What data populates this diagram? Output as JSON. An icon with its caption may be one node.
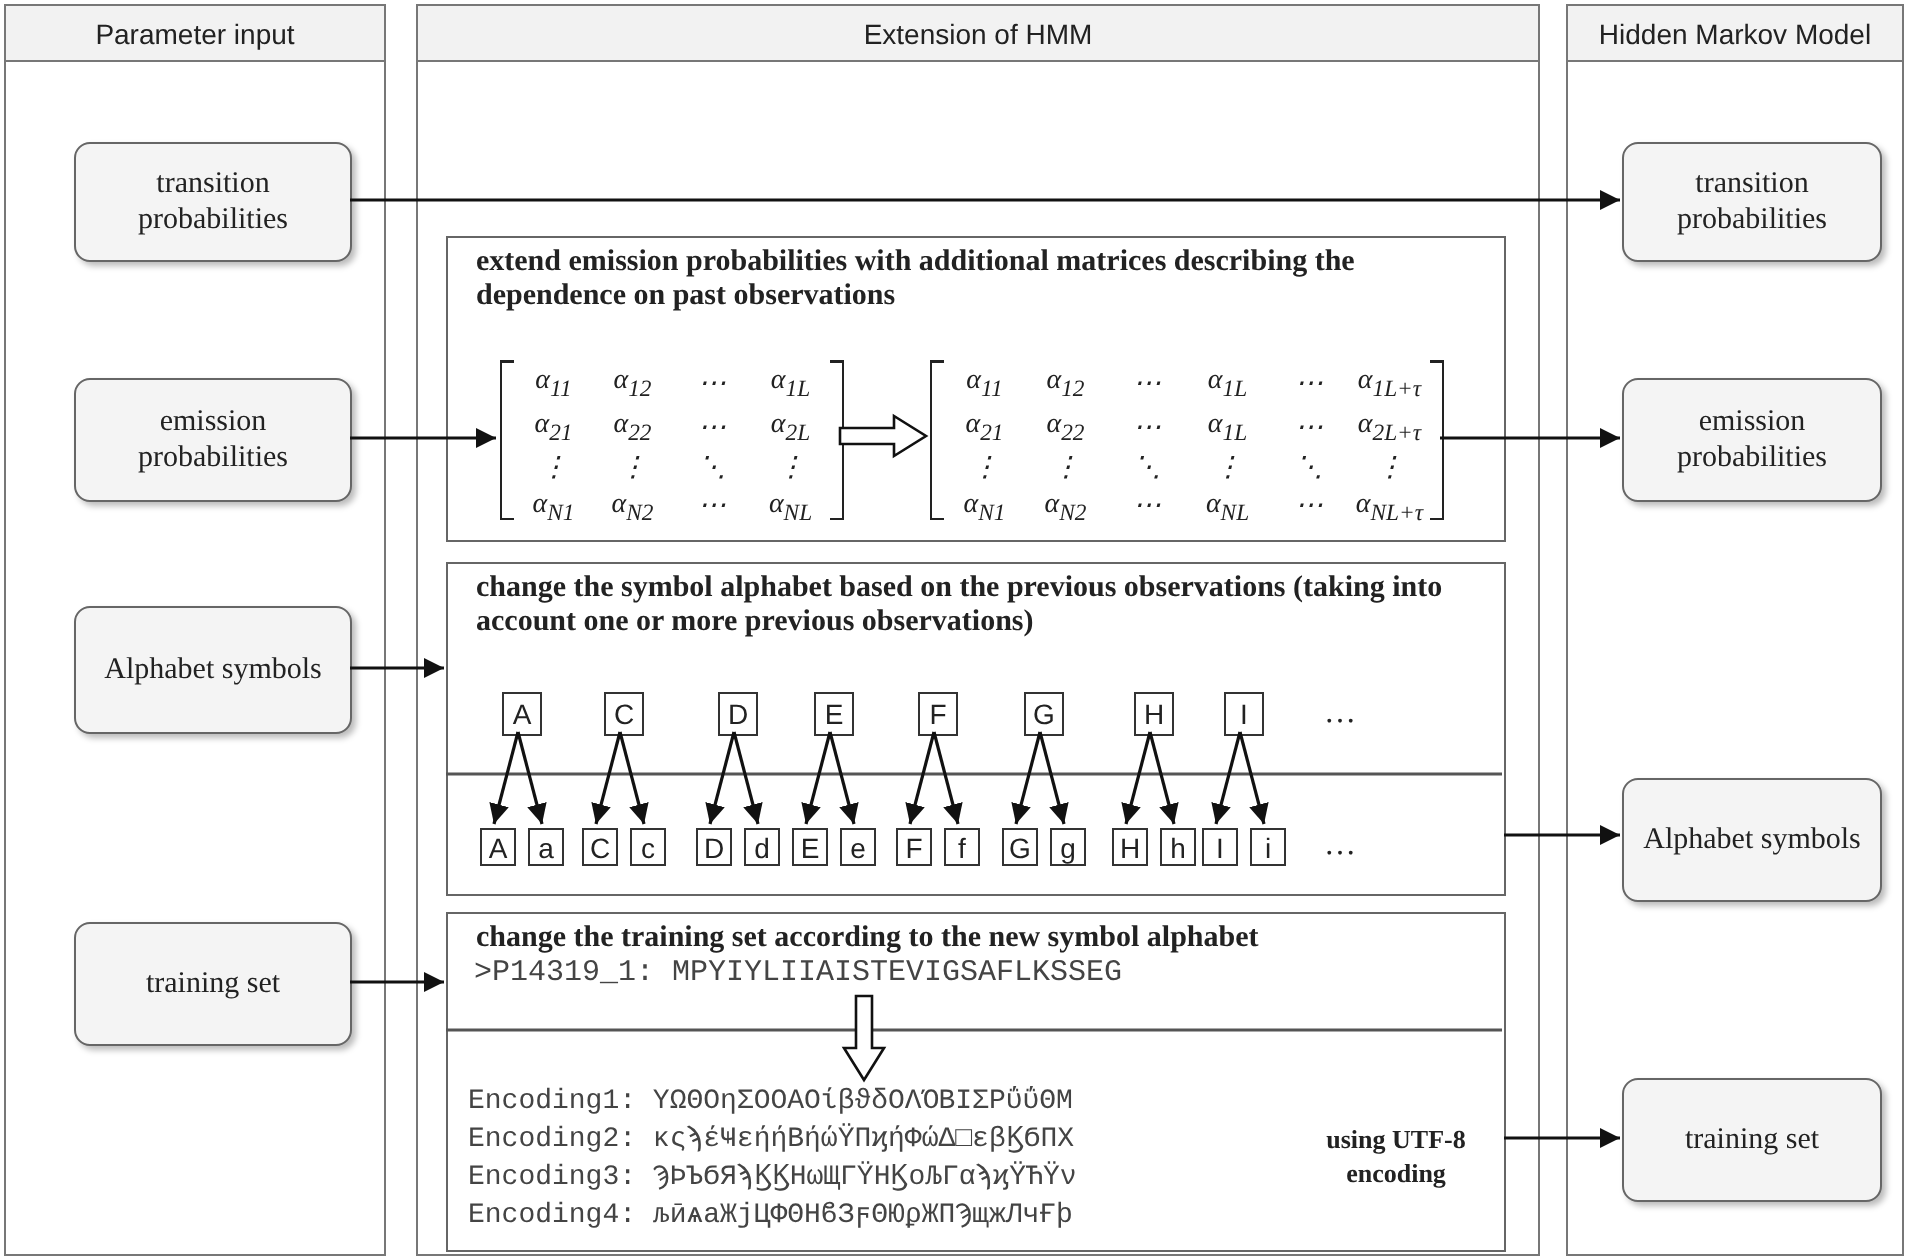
{
  "diagram": {
    "nodes": [
      {
        "text": [
          "Parameter input"
        ]
      },
      {
        "text": [
          "transition probabilities"
        ],
        "in": 0
      },
      {
        "text": [
          "emission probabilities"
        ],
        "in": 0
      },
      {
        "text": [
          "Alphabet symbols"
        ],
        "in": 0
      },
      {
        "text": [
          "training set"
        ],
        "in": 0
      },
      {
        "text": [
          "Extension of HMM"
        ]
      },
      {
        "text": [
          "extend emission probabilities with additional matrices describing the dependence on past observations"
        ],
        "in": 5
      },
      {
        "text": [],
        "shape": "matrix",
        "in": 6
      },
      {
        "text": [],
        "shape": "matrix",
        "in": 6
      },
      {
        "text": [
          "change the symbol alphabet based on the previous observations (taking into account one or more previous observations)"
        ],
        "in": 5
      },
      {
        "text": [
          "A"
        ],
        "in": 9
      },
      {
        "text": [
          "C"
        ],
        "in": 9
      },
      {
        "text": [
          "D"
        ],
        "in": 9
      },
      {
        "text": [
          "E"
        ],
        "in": 9
      },
      {
        "text": [
          "F"
        ],
        "in": 9
      },
      {
        "text": [
          "G"
        ],
        "in": 9
      },
      {
        "text": [
          "H"
        ],
        "in": 9
      },
      {
        "text": [
          "I"
        ],
        "in": 9
      },
      {
        "text": [
          "A"
        ],
        "in": 9
      },
      {
        "text": [
          "a"
        ],
        "in": 9
      },
      {
        "text": [
          "C"
        ],
        "in": 9
      },
      {
        "text": [
          "c"
        ],
        "in": 9
      },
      {
        "text": [
          "D"
        ],
        "in": 9
      },
      {
        "text": [
          "d"
        ],
        "in": 9
      },
      {
        "text": [
          "E"
        ],
        "in": 9
      },
      {
        "text": [
          "e"
        ],
        "in": 9
      },
      {
        "text": [
          "F"
        ],
        "in": 9
      },
      {
        "text": [
          "f"
        ],
        "in": 9
      },
      {
        "text": [
          "G"
        ],
        "in": 9
      },
      {
        "text": [
          "g"
        ],
        "in": 9
      },
      {
        "text": [
          "H"
        ],
        "in": 9
      },
      {
        "text": [
          "h"
        ],
        "in": 9
      },
      {
        "text": [
          "I"
        ],
        "in": 9
      },
      {
        "text": [
          "i"
        ],
        "in": 9
      },
      {
        "text": [
          "change the training set according to the new symbol alphabet"
        ],
        "in": 5
      },
      {
        "text": [
          ">P14319_1: MPYIYLIIAISTEVIGSAFLKSSEG"
        ],
        "in": 34
      },
      {
        "text": [
          "Encoding1: ΥΩΘΟηΣΟΟΑΟίβϑδΟΛΌΒΙΣΡΰΰΘΜ",
          "Encoding2: κςϡέҸεήήΒήώΫΠϗήΦώΔ□εβϏϬΠΧ",
          "Encoding3: ϠϷЪϬЯϡϏϏНωЩГΫНϏοЉΓαϡϗΫЋΫν",
          "Encoding4: љӣѧаЖјЦΦΘНϐЗϝΘЮϼЖΠϠщжЛчҒϸ"
        ],
        "in": 34
      },
      {
        "text": [
          "Hidden Markov Model"
        ]
      },
      {
        "text": [
          "transition probabilities"
        ],
        "in": 37
      },
      {
        "text": [
          "emission probabilities"
        ],
        "in": 37
      },
      {
        "text": [
          "Alphabet symbols"
        ],
        "in": 37
      },
      {
        "text": [
          "training set"
        ],
        "in": 37
      }
    ],
    "edges": [
      {
        "from": 1,
        "to": 38,
        "arrow": "to"
      },
      {
        "from": 2,
        "to": 7,
        "arrow": "to"
      },
      {
        "from": 7,
        "to": 8,
        "arrow": "to",
        "style": "thick"
      },
      {
        "from": 8,
        "to": 39,
        "arrow": "to"
      },
      {
        "from": 3,
        "to": 9,
        "arrow": "to"
      },
      {
        "from": 10,
        "to": 18,
        "arrow": "to"
      },
      {
        "from": 10,
        "to": 19,
        "arrow": "to"
      },
      {
        "from": 11,
        "to": 20,
        "arrow": "to"
      },
      {
        "from": 11,
        "to": 21,
        "arrow": "to"
      },
      {
        "from": 12,
        "to": 22,
        "arrow": "to"
      },
      {
        "from": 12,
        "to": 23,
        "arrow": "to"
      },
      {
        "from": 13,
        "to": 24,
        "arrow": "to"
      },
      {
        "from": 13,
        "to": 25,
        "arrow": "to"
      },
      {
        "from": 14,
        "to": 26,
        "arrow": "to"
      },
      {
        "from": 14,
        "to": 27,
        "arrow": "to"
      },
      {
        "from": 15,
        "to": 28,
        "arrow": "to"
      },
      {
        "from": 15,
        "to": 29,
        "arrow": "to"
      },
      {
        "from": 16,
        "to": 30,
        "arrow": "to"
      },
      {
        "from": 16,
        "to": 31,
        "arrow": "to"
      },
      {
        "from": 17,
        "to": 32,
        "arrow": "to"
      },
      {
        "from": 17,
        "to": 33,
        "arrow": "to"
      },
      {
        "from": 9,
        "to": 40,
        "arrow": "to"
      },
      {
        "from": 4,
        "to": 34,
        "arrow": "to"
      },
      {
        "from": 35,
        "to": 36,
        "arrow": "to",
        "style": "thick"
      },
      {
        "from": 34,
        "to": 41,
        "arrow": "to"
      }
    ],
    "labels": [
      "α$_{11}$",
      "α$_{12}$",
      "⋯",
      "α$_{1L}$",
      "α$_{21}$",
      "α$_{22}$",
      "⋯",
      "α$_{2L}$",
      "⋮",
      "⋮",
      "⋱",
      "⋮",
      "α$_{N1}$",
      "α$_{N2}$",
      "⋯",
      "α$_{NL}$",
      "α$_{11}$",
      "α$_{12}$",
      "⋯",
      "α$_{1L}$",
      "⋯",
      "α$_{1L+τ}$",
      "α$_{21}$",
      "α$_{22}$",
      "⋯",
      "α$_{1L}$",
      "⋯",
      "α$_{2L+τ}$",
      "⋮",
      "⋮",
      "⋱",
      "⋮",
      "⋱",
      "⋮",
      "α$_{N1}$",
      "α$_{N2}$",
      "⋯",
      "α$_{NL}$",
      "⋯",
      "α$_{NL+τ}$",
      "…",
      "…",
      "using UTF-8 encoding"
    ]
  }
}
